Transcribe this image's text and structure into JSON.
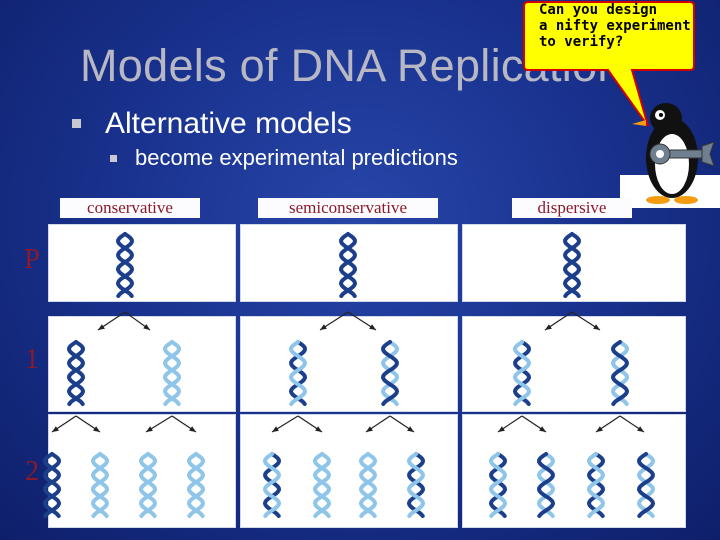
{
  "slide": {
    "title": "Models of DNA Replication",
    "bullet1": "Alternative models",
    "bullet2": "become experimental predictions"
  },
  "callout": {
    "text": "Can you design\na nifty experiment\nto verify?"
  },
  "columns": [
    {
      "label": "conservative"
    },
    {
      "label": "semiconservative"
    },
    {
      "label": "dispersive"
    }
  ],
  "generations": [
    {
      "label": "P"
    },
    {
      "label": "1"
    },
    {
      "label": "2"
    }
  ],
  "colors": {
    "dark_strand": "#1c3f8c",
    "light_strand": "#8ec5e8",
    "label_red": "#8b1a2a",
    "bubble_fill": "#ffff00",
    "bubble_stroke": "#d40000"
  },
  "icons": [
    "penguin-icon",
    "wrench-icon",
    "arrow-icon",
    "dna-helix-icon"
  ]
}
